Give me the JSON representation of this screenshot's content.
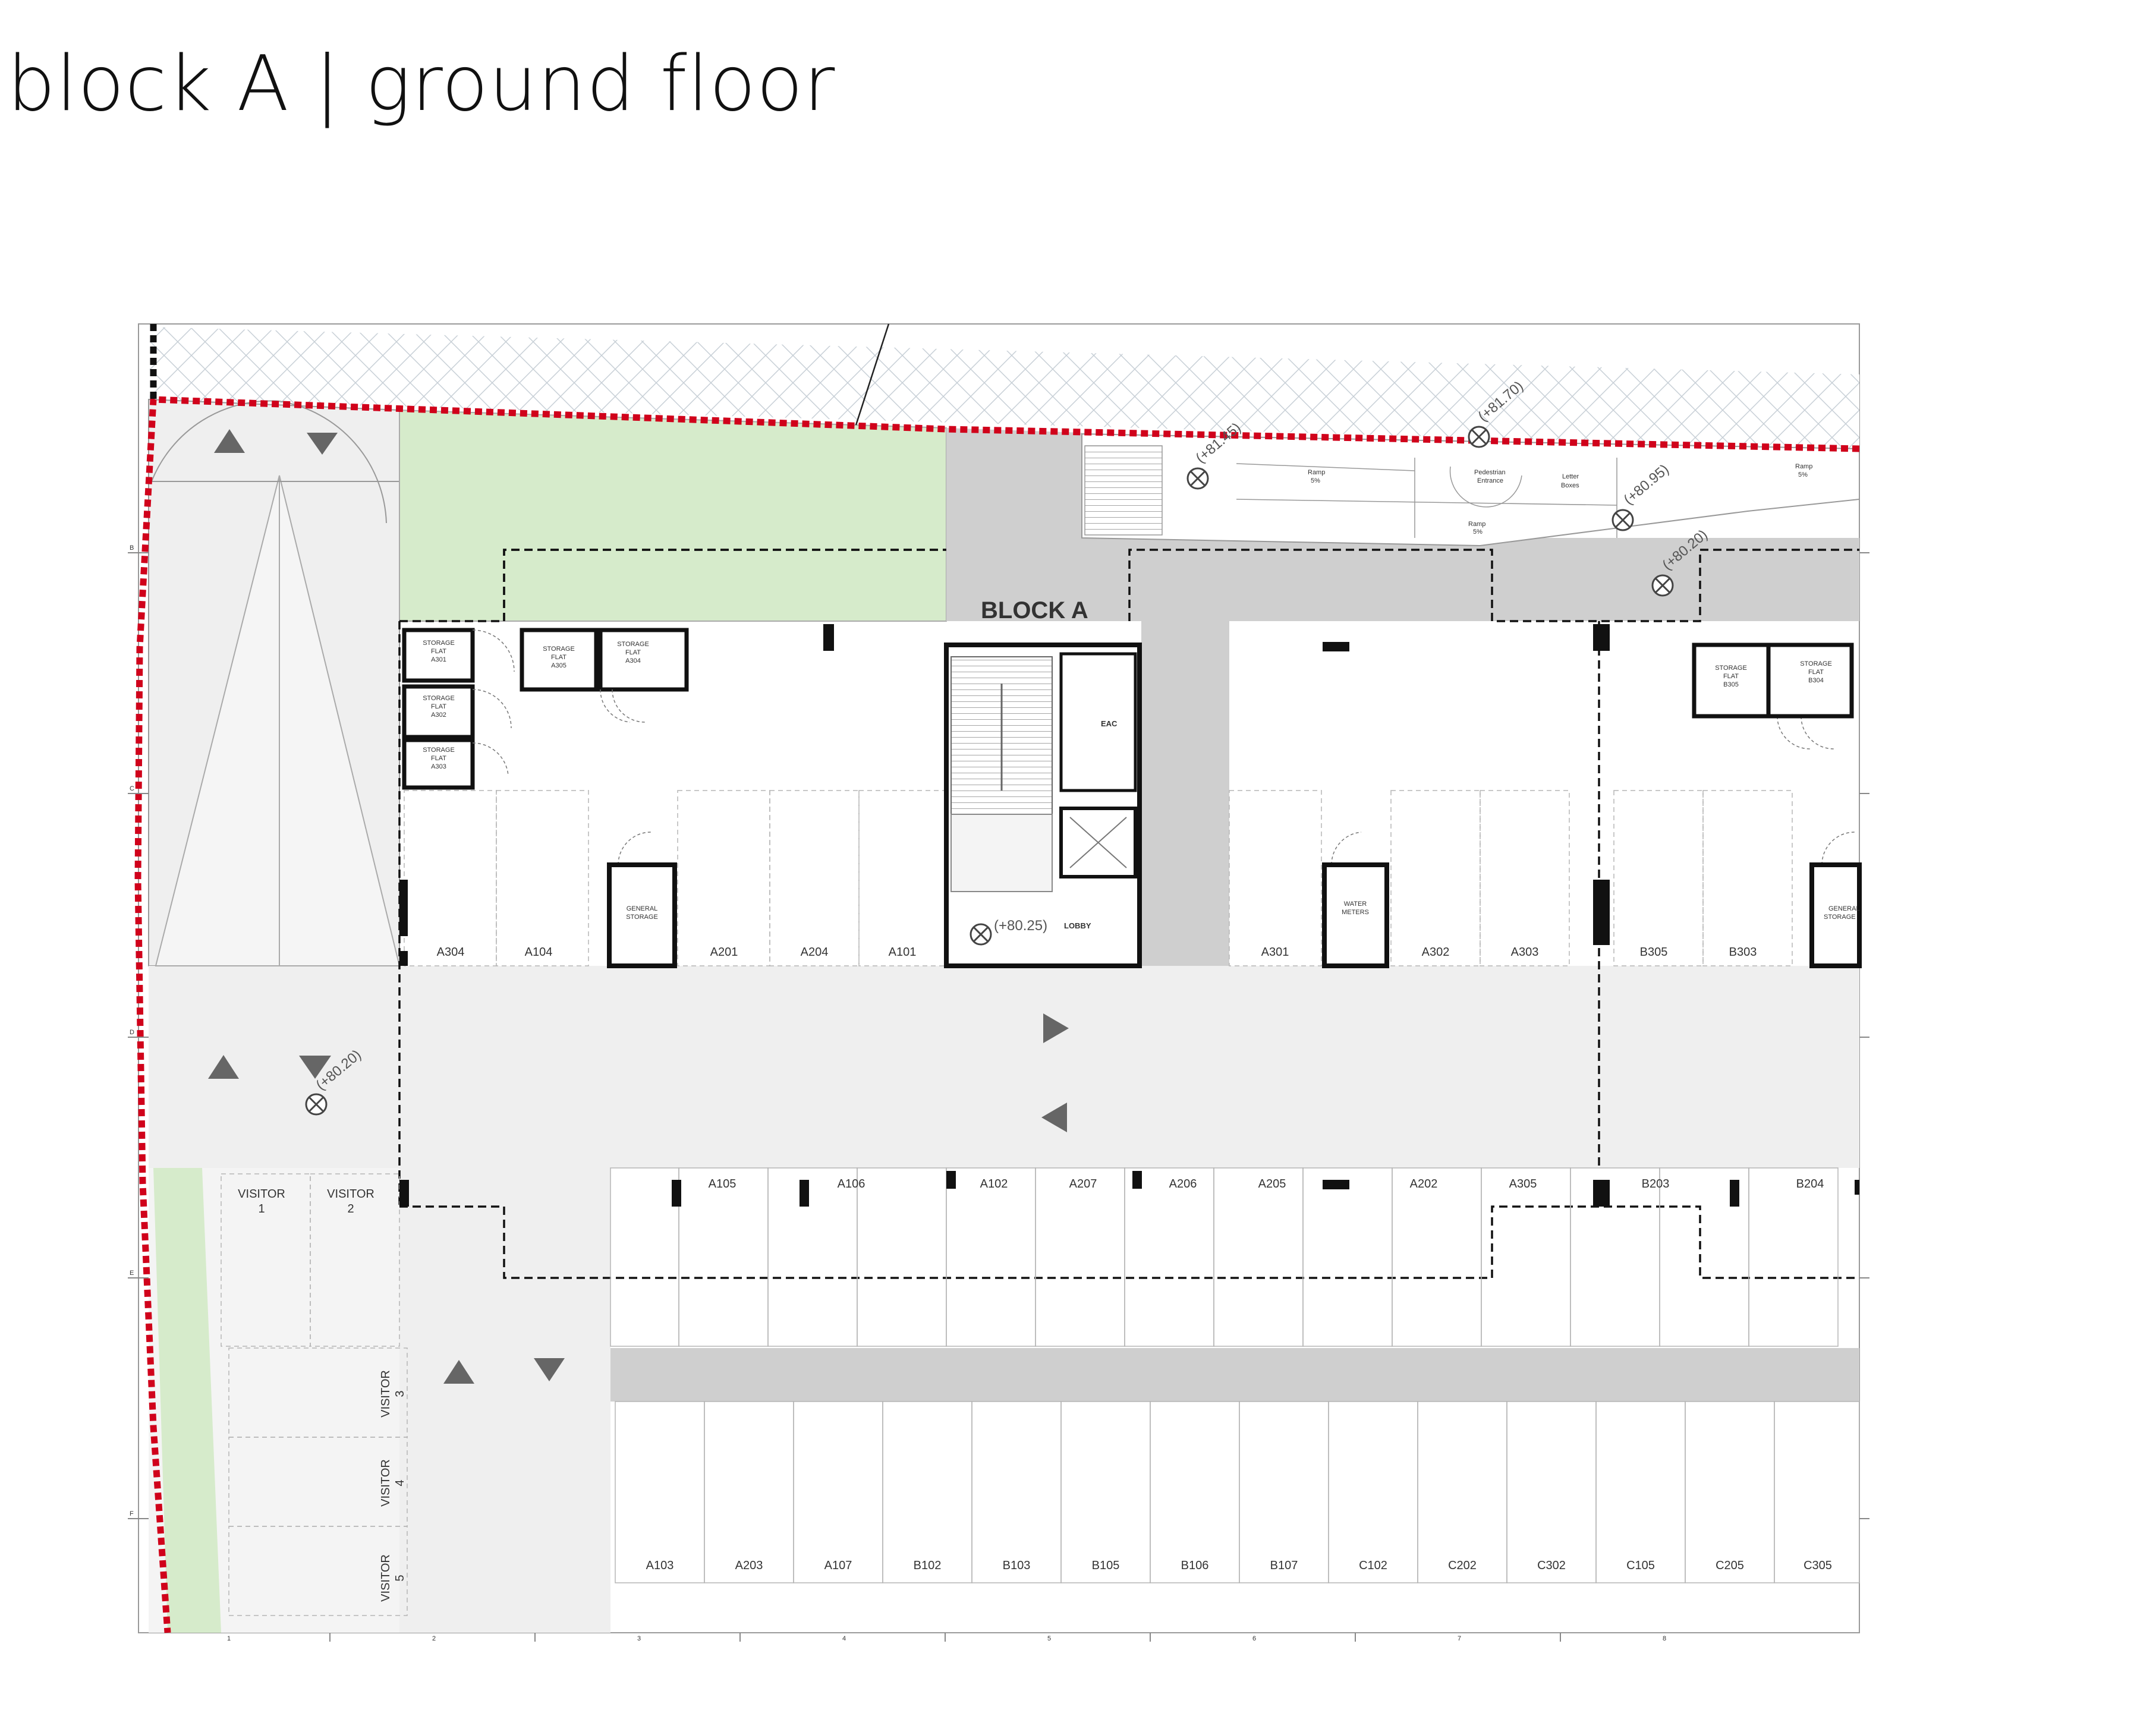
{
  "title": "block A | ground floor",
  "block_label": "BLOCK A",
  "lobby": "LOBBY",
  "eac": "EAC",
  "levels": {
    "l1": "(+81.70)",
    "l2": "(+81.45)",
    "l3": "(+80.95)",
    "l4": "(+80.20)",
    "l5": "(+80.25)",
    "l6": "(+80.20)"
  },
  "north_strip": {
    "ramp1": "Ramp",
    "ramp1_pct": "5%",
    "pedestrian": "Pedestrian",
    "entrance": "Entrance",
    "letter": "Letter",
    "boxes": "Boxes",
    "ramp2": "Ramp",
    "ramp2_pct": "5%",
    "ramp3": "Ramp",
    "ramp3_pct": "5%"
  },
  "storage": {
    "a301": [
      "STORAGE",
      "FLAT",
      "A301"
    ],
    "a302": [
      "STORAGE",
      "FLAT",
      "A302"
    ],
    "a303": [
      "STORAGE",
      "FLAT",
      "A303"
    ],
    "a305": [
      "STORAGE",
      "FLAT",
      "A305"
    ],
    "a304": [
      "STORAGE",
      "FLAT",
      "A304"
    ],
    "b305": [
      "STORAGE",
      "FLAT",
      "B305"
    ],
    "b304": [
      "STORAGE",
      "FLAT",
      "B304"
    ],
    "general1": [
      "GENERAL",
      "STORAGE"
    ],
    "water": [
      "WATER",
      "METERS"
    ],
    "general2": [
      "GENERAL",
      "STORAGE"
    ]
  },
  "spaces": {
    "north_row": [
      "A304",
      "A104",
      "A201",
      "A204",
      "A101",
      "A301",
      "A302",
      "A303",
      "B305",
      "B303"
    ],
    "middle_row": [
      "A105",
      "A106",
      "A102",
      "A207",
      "A206",
      "A205",
      "A202",
      "A305",
      "B203",
      "B204"
    ],
    "south_row": [
      "A103",
      "A203",
      "A107",
      "B102",
      "B103",
      "B105",
      "B106",
      "B107",
      "C102",
      "C202",
      "C302",
      "C105",
      "C205",
      "C305"
    ]
  },
  "visitors": {
    "v1": [
      "VISITOR",
      "1"
    ],
    "v2": [
      "VISITOR",
      "2"
    ],
    "v3": [
      "VISITOR",
      "3"
    ],
    "v4": [
      "VISITOR",
      "4"
    ],
    "v5": [
      "VISITOR",
      "5"
    ]
  },
  "grid_rows": [
    "B",
    "C",
    "D",
    "E",
    "F"
  ],
  "grid_cols": [
    "1",
    "2",
    "3",
    "4",
    "5",
    "6",
    "7",
    "8"
  ],
  "colors": {
    "boundary": "#d0021b",
    "green": "#d6ebcb",
    "road": "#efefef",
    "core": "#cfcfcf",
    "wall": "#111111"
  }
}
